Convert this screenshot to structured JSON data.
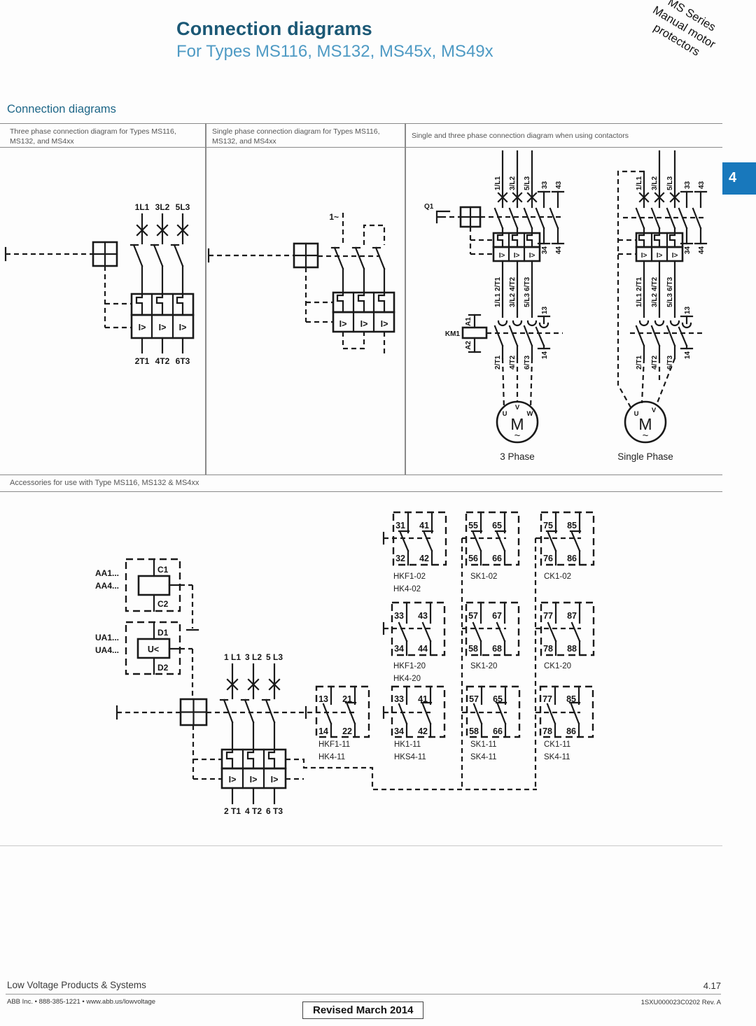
{
  "page": {
    "title": "Connection diagrams",
    "subtitle": "For Types MS116, MS132, MS45x, MS49x",
    "corner": [
      "MS Series",
      "Manual motor",
      "protectors"
    ],
    "section_heading": "Connection diagrams",
    "tab": "4",
    "accent_color": "#1878bc"
  },
  "columns": [
    {
      "header": "Three phase connection diagram for Types MS116, MS132, and MS4xx"
    },
    {
      "header": "Single phase connection diagram for Types MS116, MS132, and MS4xx"
    },
    {
      "header": "Single and three phase connection diagram when using contactors"
    }
  ],
  "d1": {
    "top": [
      "1L1",
      "3L2",
      "5L3"
    ],
    "bottom": [
      "2T1",
      "4T2",
      "6T3"
    ],
    "trip": "I>"
  },
  "d2": {
    "phase": "1~",
    "trip": "I>"
  },
  "d3": {
    "q1": "Q1",
    "km1": "KM1",
    "a1": "A1",
    "a2": "A2",
    "line": [
      "1/L1",
      "3/L2",
      "5/L3"
    ],
    "load": [
      "2/T1",
      "4/T2",
      "6/T3"
    ],
    "aux_top": [
      "33",
      "43"
    ],
    "aux_bot": [
      "34",
      "44"
    ],
    "aux13": "13",
    "aux14": "14",
    "motor": "M",
    "sine": "~",
    "u": "U",
    "v": "V",
    "w": "W",
    "trip": "I>",
    "cap3": "3 Phase",
    "cap1": "Single Phase"
  },
  "acc": {
    "header": "Accessories for use with Type MS116, MS132 & MS4xx",
    "aa1": "AA1...",
    "aa4": "AA4...",
    "c1": "C1",
    "c2": "C2",
    "ua1": "UA1...",
    "ua4": "UA4...",
    "d1": "D1",
    "d2": "D2",
    "uv_sym": "U<",
    "top": [
      "1 L1",
      "3 L2",
      "5 L3"
    ],
    "bottom": [
      "2 T1",
      "4 T2",
      "6 T3"
    ],
    "trip": "I>",
    "blocks": [
      {
        "tl": "31",
        "tr": "41",
        "bl": "32",
        "br": "42",
        "n1": "HKF1-02",
        "n2": "HK4-02"
      },
      {
        "tl": "55",
        "tr": "65",
        "bl": "56",
        "br": "66",
        "n1": "SK1-02",
        "n2": ""
      },
      {
        "tl": "75",
        "tr": "85",
        "bl": "76",
        "br": "86",
        "n1": "CK1-02",
        "n2": ""
      },
      {
        "tl": "33",
        "tr": "43",
        "bl": "34",
        "br": "44",
        "n1": "HKF1-20",
        "n2": "HK4-20"
      },
      {
        "tl": "57",
        "tr": "67",
        "bl": "58",
        "br": "68",
        "n1": "SK1-20",
        "n2": ""
      },
      {
        "tl": "77",
        "tr": "87",
        "bl": "78",
        "br": "88",
        "n1": "CK1-20",
        "n2": ""
      },
      {
        "tl": "13",
        "tr": "21",
        "bl": "14",
        "br": "22",
        "n1": "HKF1-11",
        "n2": "HK4-11"
      },
      {
        "tl": "33",
        "tr": "41",
        "bl": "34",
        "br": "42",
        "n1": "HK1-11",
        "n2": "HKS4-11"
      },
      {
        "tl": "57",
        "tr": "65",
        "bl": "58",
        "br": "66",
        "n1": "SK1-11",
        "n2": "SK4-11"
      },
      {
        "tl": "77",
        "tr": "85",
        "bl": "78",
        "br": "86",
        "n1": "CK1-11",
        "n2": "SK4-11"
      }
    ]
  },
  "footer": {
    "brand": "Low Voltage Products & Systems",
    "page_no": "4.17",
    "contact": "ABB Inc. • 888-385-1221 • www.abb.us/lowvoltage",
    "doc_no": "1SXU000023C0202 Rev. A",
    "revised": "Revised March 2014"
  }
}
